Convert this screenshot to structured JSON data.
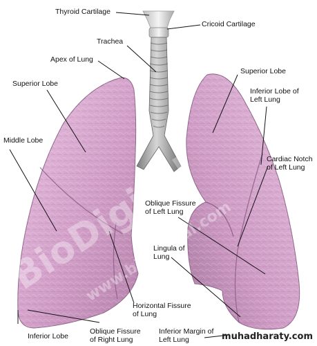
{
  "labels": {
    "thyroid": "Thyroid Cartilage",
    "cricoid": "Cricoid Cartilage",
    "trachea": "Trachea",
    "apex": "Apex of Lung",
    "superior_left_side": "Superior Lobe",
    "superior_right_side": "Superior Lobe",
    "inferior_left": [
      "Inferior Lobe of",
      "Left Lung"
    ],
    "middle": "Middle Lobe",
    "cardiac": [
      "Cardiac Notch",
      "of Left Lung"
    ],
    "oblique_left": [
      "Oblique Fissure",
      "of Left Lung"
    ],
    "lingula": [
      "Lingula of",
      "Lung"
    ],
    "horizontal": [
      "Horizontal Fissure",
      "of Lung"
    ],
    "inferior_lobe": "Inferior Lobe",
    "oblique_right": [
      "Oblique Fissure",
      "of Right Lung"
    ],
    "inferior_margin": [
      "Inferior Margin of",
      "Left Lung"
    ]
  },
  "watermarks": {
    "brand": "BioDigital",
    "url": "www.biodigital.com"
  },
  "footer": "muhadharaty.com",
  "colors": {
    "lung": "#d9a9cf",
    "lung_dark": "#9a6d95",
    "trachea": "#b8b8b8",
    "cartilage": "#e6e6e6"
  }
}
